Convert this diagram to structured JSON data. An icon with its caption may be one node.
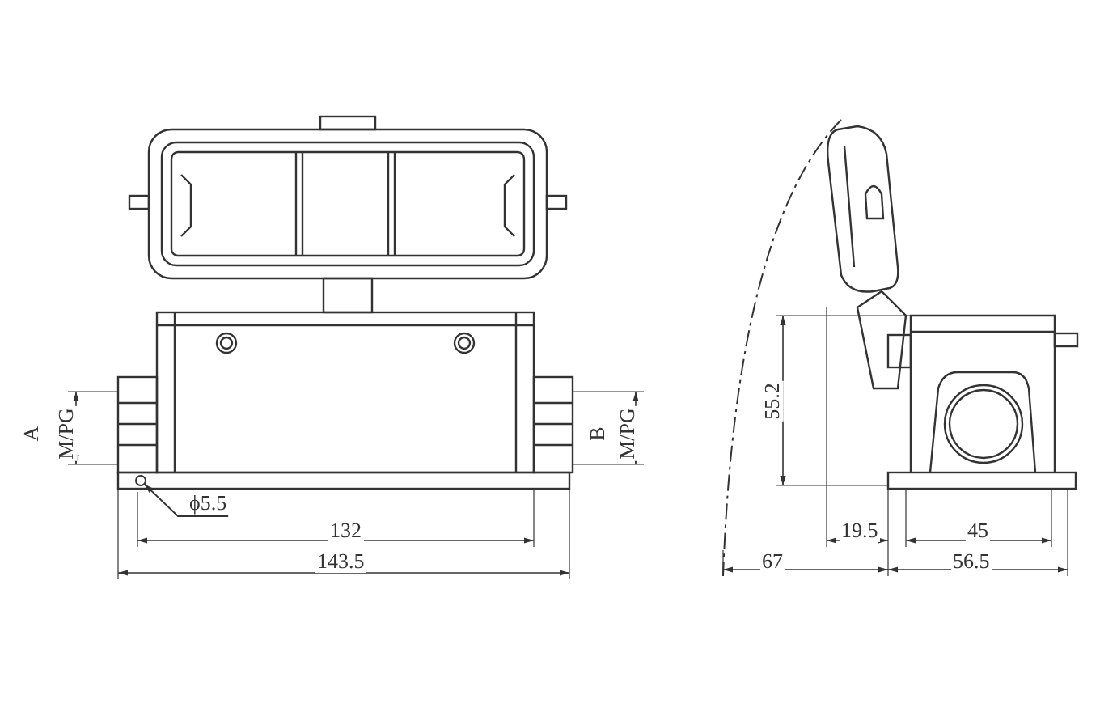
{
  "diagram": {
    "nodes": [
      {
        "text": [
          "ϕ5.5"
        ]
      },
      {
        "text": [],
        "shape": "circle"
      }
    ],
    "edges": [
      {
        "from": 0,
        "to": 1,
        "arrow": "to"
      }
    ],
    "labels": [
      "A",
      "M/PG",
      "B",
      "M/PG",
      "55.2",
      "132",
      "19.5",
      "45",
      "143.5",
      "67",
      "56.5"
    ]
  }
}
